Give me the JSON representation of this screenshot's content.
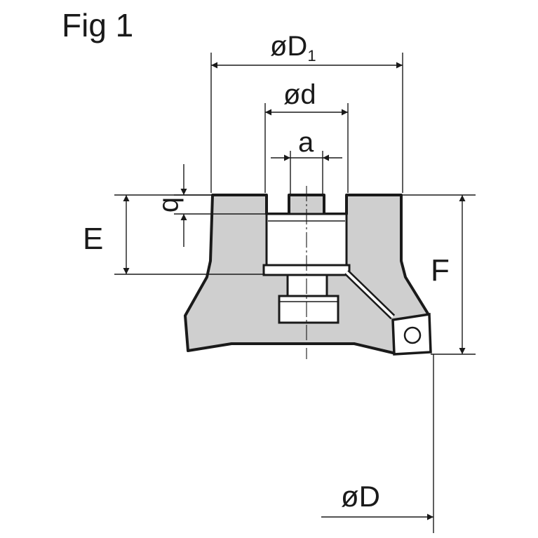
{
  "figure": {
    "title": "Fig 1",
    "labels": {
      "D1_main": "øD",
      "D1_sub": "1",
      "d": "ød",
      "a": "a",
      "b": "b",
      "E": "E",
      "F": "F",
      "D": "øD"
    },
    "colors": {
      "body": "#cfcfcf",
      "line": "#1a1a1a",
      "background": "#ffffff"
    }
  }
}
